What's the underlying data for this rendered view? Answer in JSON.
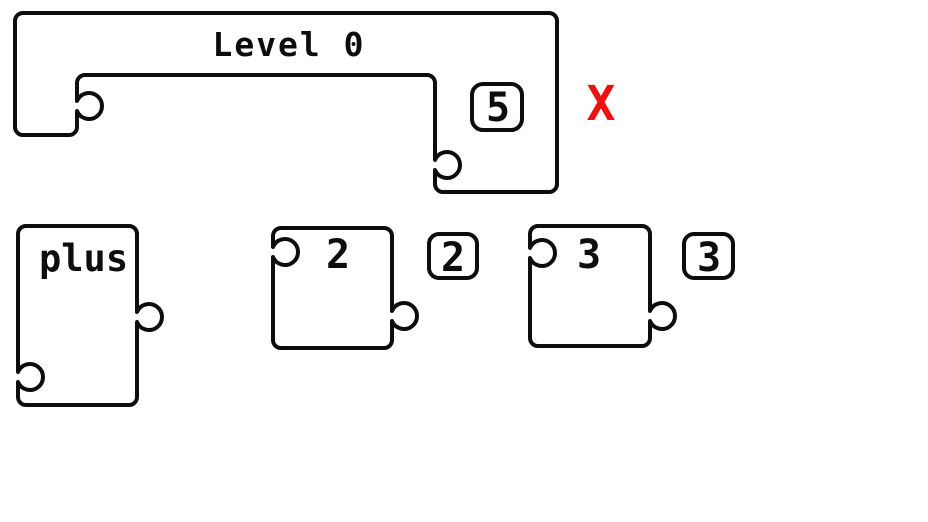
{
  "scene": {
    "background": "#ffffff",
    "line_color": "#0d0d0d",
    "error_color": "#ee1111"
  },
  "goal_piece": {
    "label": "Level 0",
    "result_badge": "5",
    "status_mark": "X"
  },
  "palette_pieces": [
    {
      "label": "plus"
    },
    {
      "label": "2",
      "badge": "2"
    },
    {
      "label": "3",
      "badge": "3"
    }
  ]
}
